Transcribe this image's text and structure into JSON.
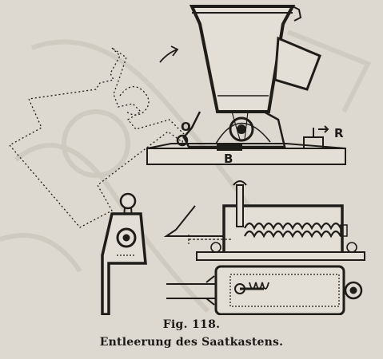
{
  "figure": {
    "number_label": "Fig. 118.",
    "title": "Entleerung des Saatkastens.",
    "labels": {
      "o": "O",
      "b": "B",
      "r": "R"
    }
  },
  "colors": {
    "paper": "#ddd9d0",
    "ink": "#1f1d1a",
    "ghost": "#c9c4ba"
  }
}
